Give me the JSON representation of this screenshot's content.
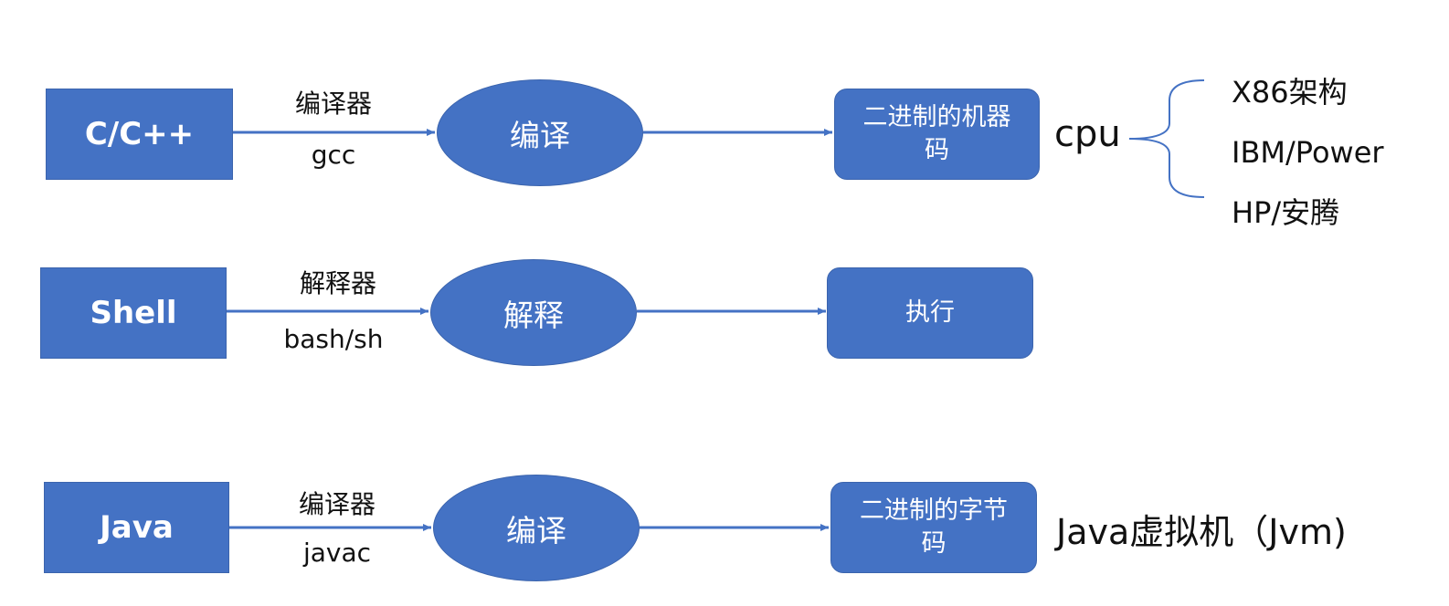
{
  "rows": [
    {
      "language": "C/C++",
      "tool_type": "编译器",
      "tool": "gcc",
      "process": "编译",
      "result": "二进制的机器码"
    },
    {
      "language": "Shell",
      "tool_type": "解释器",
      "tool": "bash/sh",
      "process": "解释",
      "result": "执行"
    },
    {
      "language": "Java",
      "tool_type": "编译器",
      "tool": "javac",
      "process": "编译",
      "result": "二进制的字节码"
    }
  ],
  "cpu": {
    "label": "cpu",
    "items": [
      "X86架构",
      "IBM/Power",
      "HP/安腾"
    ]
  },
  "jvm_label": "Java虚拟机（Jvm)",
  "colors": {
    "fill": "#4472c4",
    "line": "#4472c4",
    "text": "#111111"
  }
}
